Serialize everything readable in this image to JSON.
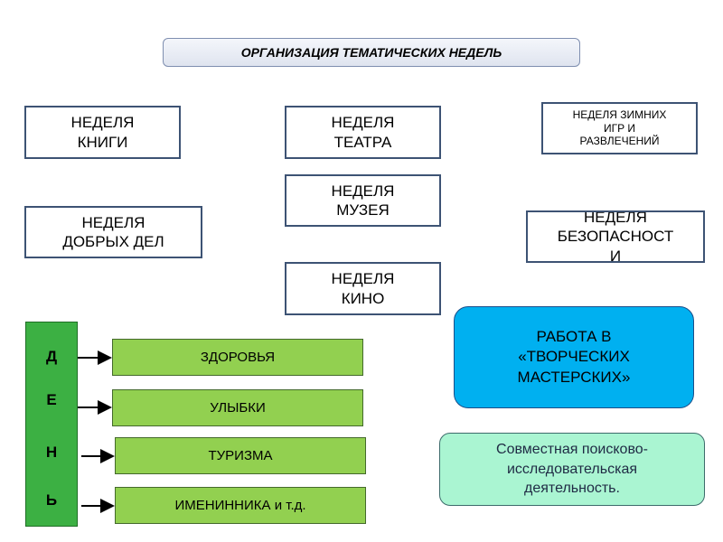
{
  "title": "ОРГАНИЗАЦИЯ  ТЕМАТИЧЕСКИХ  НЕДЕЛЬ",
  "weeks": {
    "books": "НЕДЕЛЯ\nКНИГИ",
    "theatre": "НЕДЕЛЯ\nТЕАТРА",
    "winter_games": "НЕДЕЛЯ ЗИМНИХ\nИГР И\nРАЗВЛЕЧЕНИЙ",
    "museum": "НЕДЕЛЯ\nМУЗЕЯ",
    "good_deeds": "НЕДЕЛЯ\nДОБРЫХ ДЕЛ",
    "safety": "НЕДЕЛЯ\nБЕЗОПАСНОСТ\nИ",
    "cinema": "НЕДЕЛЯ\nКИНО"
  },
  "day": {
    "letters": [
      "Д",
      "Е",
      "Н",
      "Ь"
    ],
    "items": [
      "ЗДОРОВЬЯ",
      "УЛЫБКИ",
      "ТУРИЗМА",
      "ИМЕНИННИКА и т.д."
    ]
  },
  "workshop": "РАБОТА  В\n«ТВОРЧЕСКИХ\nМАСТЕРСКИХ»",
  "research": "Совместная поисково-\nисследовательская\nдеятельность.",
  "colors": {
    "den_green": "#3cb043",
    "day_green": "#92d050",
    "workshop_blue": "#00b0f0",
    "research_mint": "#aaf5d2",
    "week_border": "#3d5374"
  }
}
